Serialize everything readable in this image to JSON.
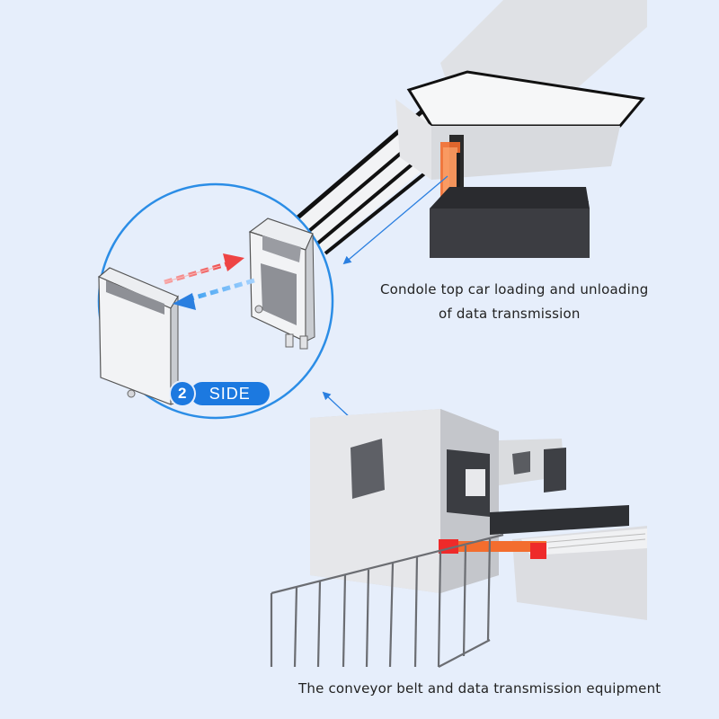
{
  "captions": {
    "gondola_line1": "Condole top car loading and unloading",
    "gondola_line2": "of data transmission",
    "conveyor": "The conveyor belt and data transmission equipment"
  },
  "badge": {
    "number": "2",
    "label": "SIDE"
  },
  "colors": {
    "background": "#e6eefb",
    "accent_blue": "#1c79e0",
    "signal_red": "#ee4444",
    "signal_blue": "#3a9ff0",
    "sensor_orange": "#f36d2e"
  }
}
